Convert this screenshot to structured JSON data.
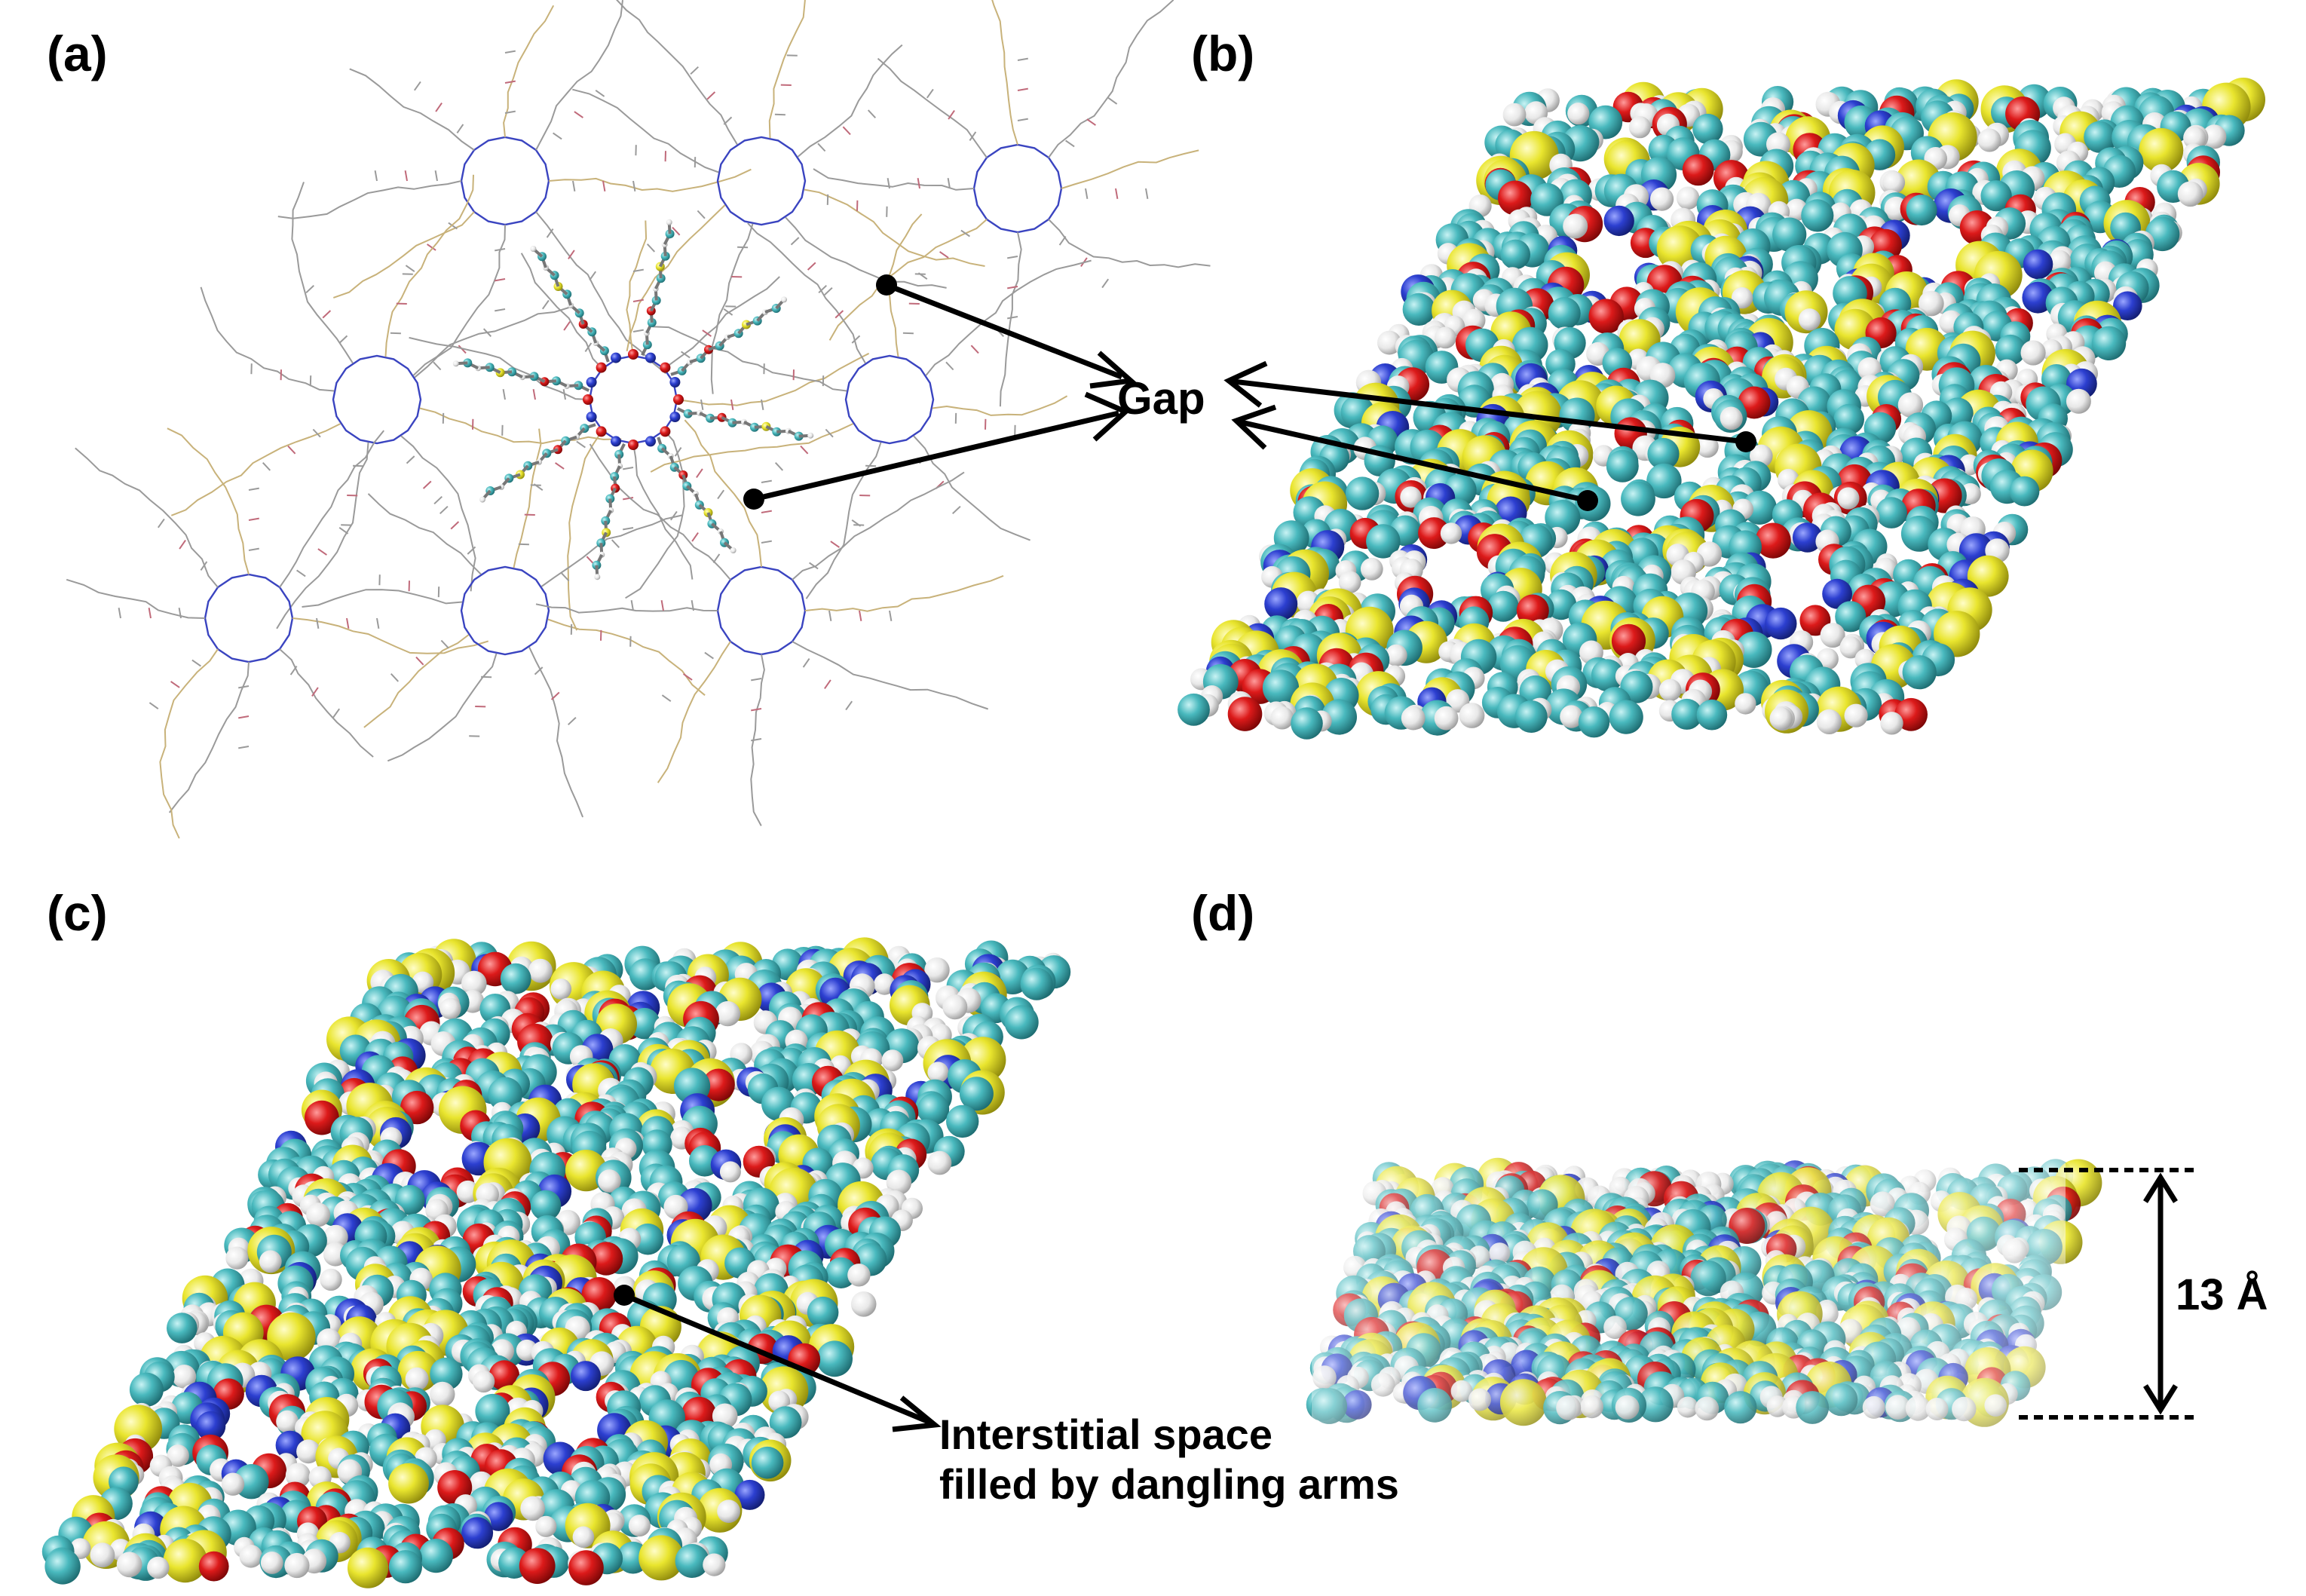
{
  "panels": [
    {
      "label": "(a)",
      "description_style": "wireframe"
    },
    {
      "label": "(b)",
      "description_style": "spacefill"
    },
    {
      "label": "(c)",
      "description_style": "spacefill"
    },
    {
      "label": "(d)",
      "description_style": "spacefill-side"
    }
  ],
  "annotations": {
    "gap": "Gap",
    "interstitial_line1": "Interstitial space",
    "interstitial_line2": "filled by dangling arms",
    "thickness": "13 Å"
  },
  "colors": {
    "carbon": "#3fb0b5",
    "hydrogen": "#f2f2f2",
    "oxygen": "#d91414",
    "sulfur": "#e6e22a",
    "nitrogen": "#2a3ccc",
    "wire_gray": "#9a9a9a",
    "wire_tan": "#c8b27a",
    "wire_pink": "#c06a7a",
    "wire_blue": "#3a44c0",
    "arrow": "#000000"
  }
}
